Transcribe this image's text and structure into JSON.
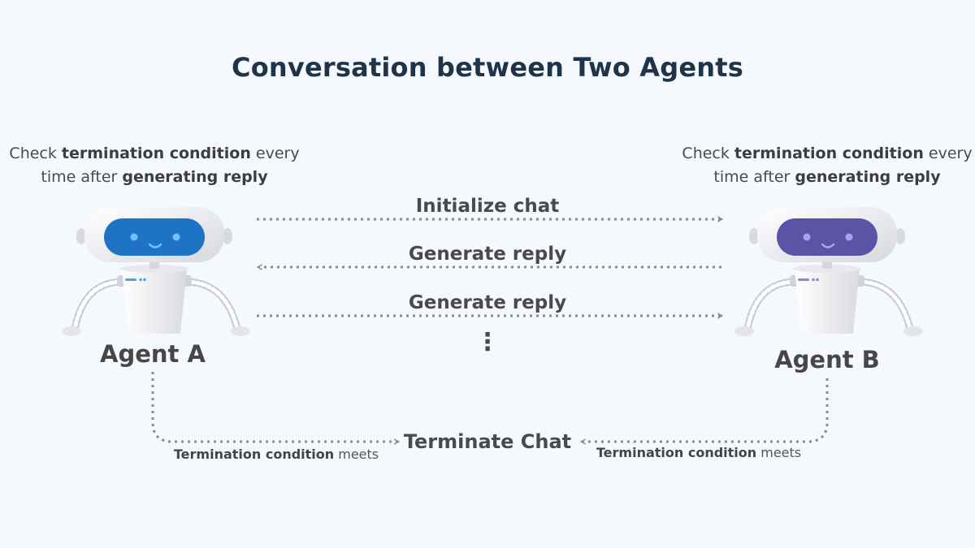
{
  "title": "Conversation between Two Agents",
  "agent_a": {
    "name": "Agent A",
    "note": {
      "t1": "Check ",
      "b1": "termination condition",
      "t2": " every time after ",
      "b2": "generating reply"
    },
    "face_color": "#1f73c4"
  },
  "agent_b": {
    "name": "Agent B",
    "note": {
      "t1": "Check ",
      "b1": "termination condition",
      "t2": " every time after ",
      "b2": "generating reply"
    },
    "face_color": "#5b53a6"
  },
  "messages": [
    {
      "label": "Initialize chat",
      "direction": "a-to-b"
    },
    {
      "label": "Generate reply",
      "direction": "b-to-a"
    },
    {
      "label": "Generate reply",
      "direction": "a-to-b"
    }
  ],
  "ellipsis": "⋮",
  "terminate_label": "Terminate Chat",
  "condition_a": {
    "bold": "Termination condition",
    "rest": " meets"
  },
  "condition_b": {
    "bold": "Termination condition",
    "rest": " meets"
  },
  "colors": {
    "background": "#f5f9fe",
    "title": "#1f3349",
    "arrow": "#8a8a8a"
  }
}
